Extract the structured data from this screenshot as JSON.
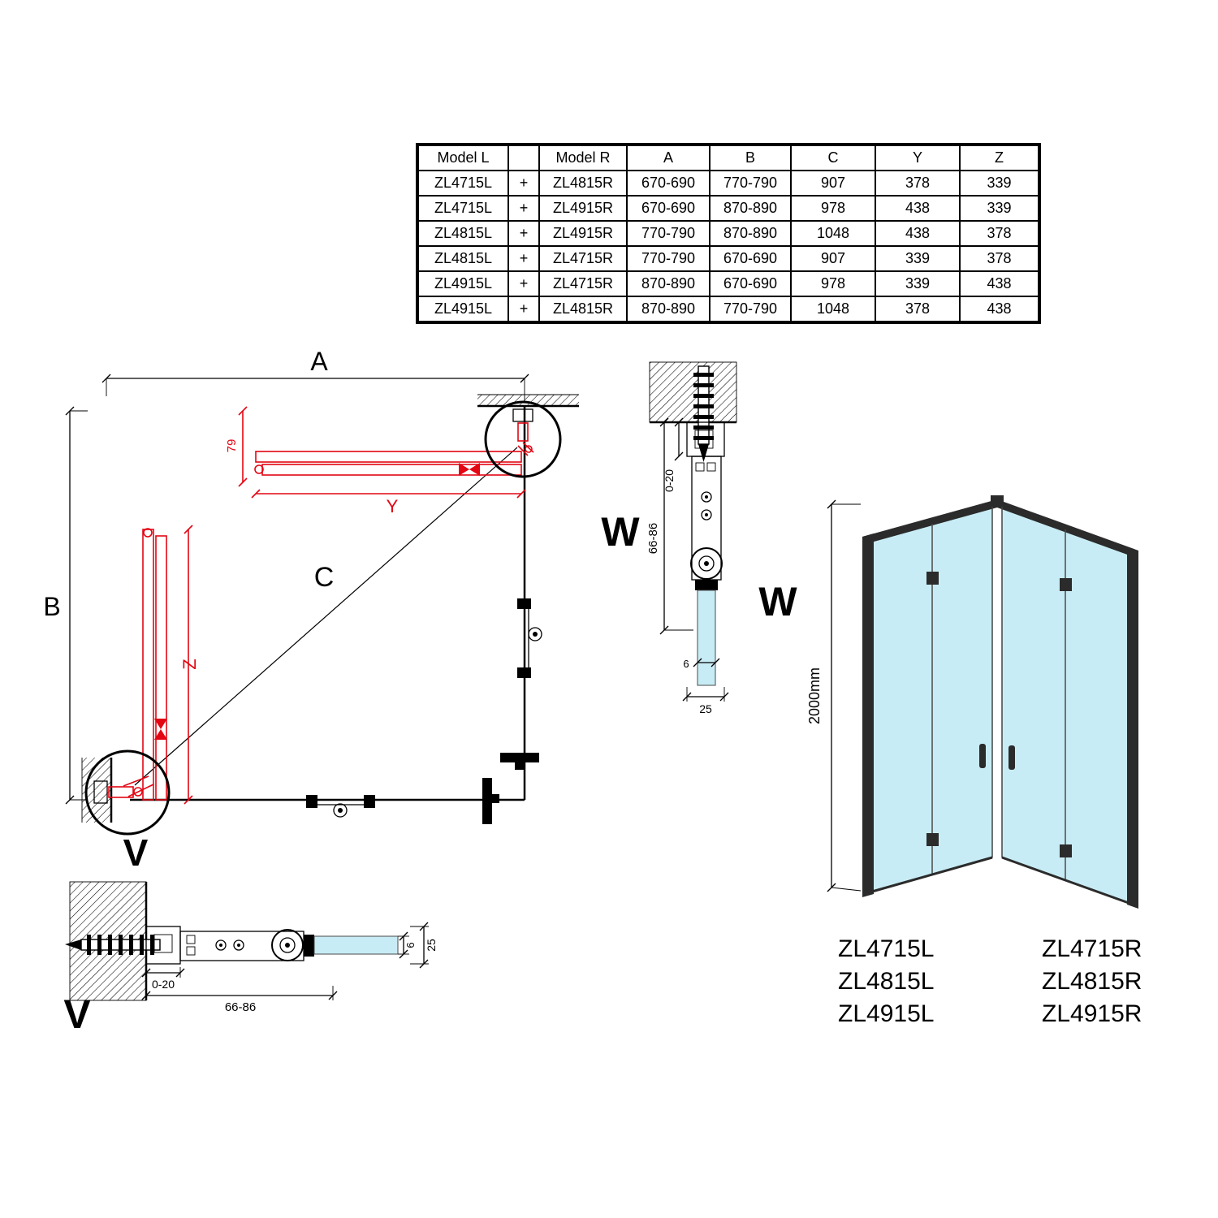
{
  "table": {
    "headers": [
      "Model L",
      "",
      "Model R",
      "A",
      "B",
      "C",
      "Y",
      "Z"
    ],
    "rows": [
      [
        "ZL4715L",
        "+",
        "ZL4815R",
        "670-690",
        "770-790",
        "907",
        "378",
        "339"
      ],
      [
        "ZL4715L",
        "+",
        "ZL4915R",
        "670-690",
        "870-890",
        "978",
        "438",
        "339"
      ],
      [
        "ZL4815L",
        "+",
        "ZL4915R",
        "770-790",
        "870-890",
        "1048",
        "438",
        "378"
      ],
      [
        "ZL4815L",
        "+",
        "ZL4715R",
        "770-790",
        "670-690",
        "907",
        "339",
        "378"
      ],
      [
        "ZL4915L",
        "+",
        "ZL4715R",
        "870-890",
        "670-690",
        "978",
        "339",
        "438"
      ],
      [
        "ZL4915L",
        "+",
        "ZL4815R",
        "870-890",
        "770-790",
        "1048",
        "378",
        "438"
      ]
    ]
  },
  "plan": {
    "dim_a": "A",
    "dim_b": "B",
    "dim_c": "C",
    "dim_y": "Y",
    "dim_z": "Z",
    "dim_fold": "79",
    "detail_label": "V"
  },
  "section_w": {
    "label_1": "W",
    "label_2": "W",
    "dim_wall_gap": "0-20",
    "dim_adjust": "66-86",
    "dim_glass": "6",
    "dim_profile": "25"
  },
  "section_v": {
    "label": "V",
    "dim_wall_gap": "0-20",
    "dim_adjust": "66-86",
    "dim_glass": "6",
    "dim_profile": "25"
  },
  "perspective": {
    "dim_height": "2000mm",
    "models_left": [
      "ZL4715L",
      "ZL4815L",
      "ZL4915L"
    ],
    "models_right": [
      "ZL4715R",
      "ZL4815R",
      "ZL4915R"
    ]
  },
  "colors": {
    "accent_red": "#e30613",
    "glass_blue": "#c8ecf5",
    "line_black": "#000000"
  }
}
